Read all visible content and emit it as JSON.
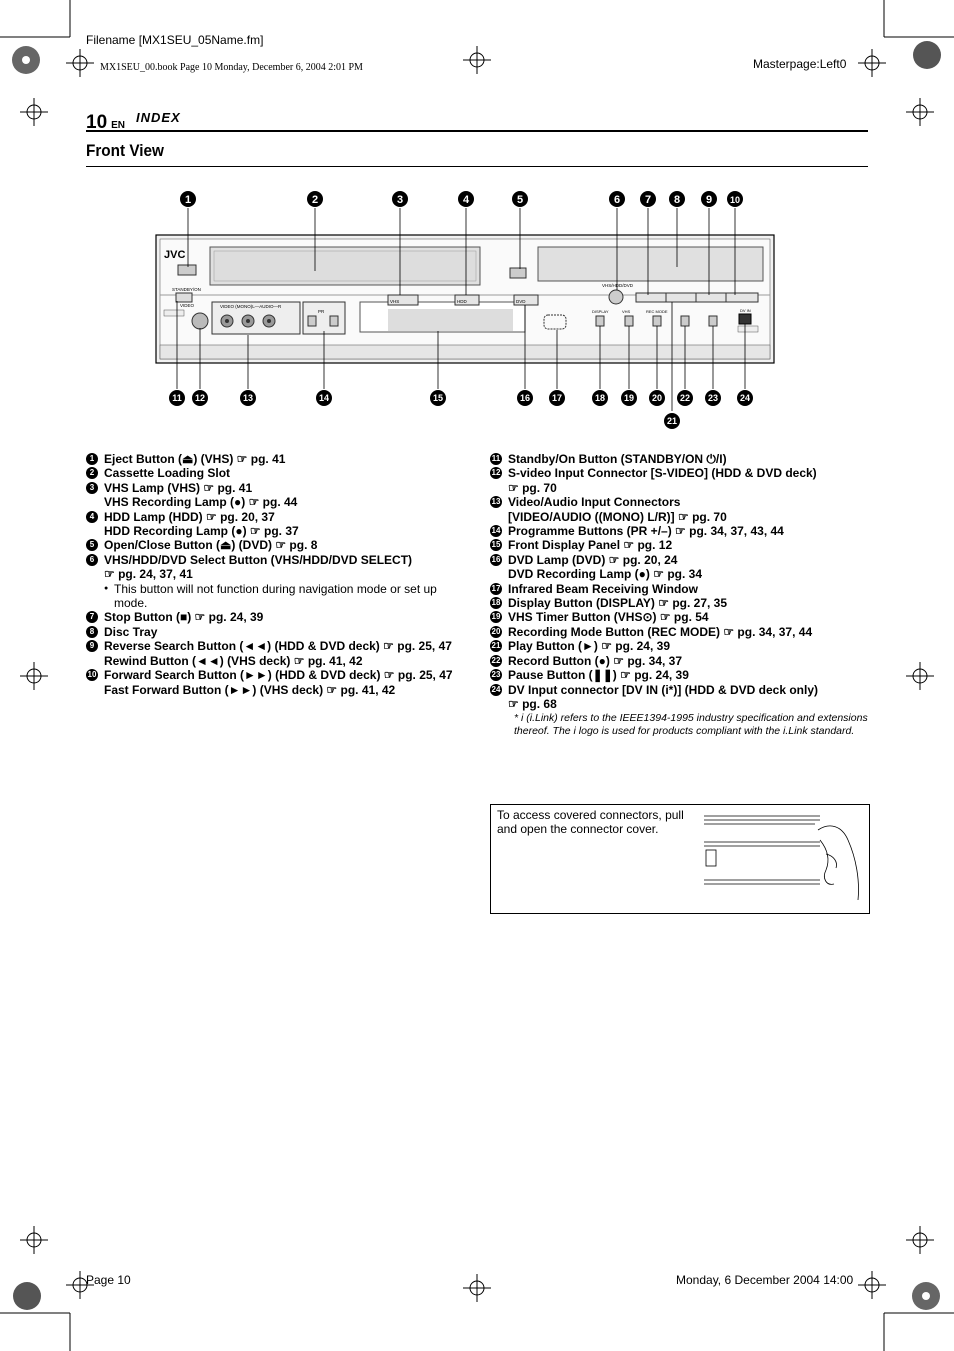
{
  "header": {
    "filename": "Filename [MX1SEU_05Name.fm]",
    "book_line": "MX1SEU_00.book Page 10 Monday, December 6, 2004 2:01 PM",
    "masterpage": "Masterpage:Left0"
  },
  "page": {
    "number": "10",
    "lang": "EN",
    "section": "INDEX",
    "title": "Front View"
  },
  "diagram": {
    "brand": "JVC",
    "labels": {
      "standby": "STANDBY/ON",
      "video_s": "VIDEO",
      "video_audio": "VIDEO (MONO)L—AUDIO—R",
      "pr": "PR",
      "vhs_lamp": "VHS",
      "hdd_lamp": "HDD",
      "dvd_lamp": "DVD",
      "select": "VHS/HDD/DVD",
      "display": "DISPLAY",
      "vhs_timer": "VHS",
      "rec_mode": "REC MODE",
      "dv_in": "DV IN"
    },
    "callouts_top": [
      "1",
      "2",
      "3",
      "4",
      "5",
      "6",
      "7",
      "8",
      "9",
      "10"
    ],
    "callouts_bottom": [
      "11",
      "12",
      "13",
      "14",
      "15",
      "16",
      "17",
      "18",
      "19",
      "20",
      "21",
      "22",
      "23",
      "24"
    ]
  },
  "index_left": [
    {
      "n": "1",
      "lines": [
        "Eject Button (⏏) (VHS) ☞ pg. 41"
      ]
    },
    {
      "n": "2",
      "lines": [
        "Cassette Loading Slot"
      ]
    },
    {
      "n": "3",
      "lines": [
        "VHS Lamp (VHS) ☞ pg. 41",
        "VHS Recording Lamp (●) ☞ pg. 44"
      ]
    },
    {
      "n": "4",
      "lines": [
        "HDD Lamp (HDD) ☞ pg. 20, 37",
        "HDD Recording Lamp (●) ☞ pg. 37"
      ]
    },
    {
      "n": "5",
      "lines": [
        "Open/Close Button (⏏) (DVD) ☞ pg. 8"
      ]
    },
    {
      "n": "6",
      "lines": [
        "VHS/HDD/DVD Select Button (VHS/HDD/DVD SELECT)",
        "☞ pg. 24, 37, 41"
      ]
    },
    {
      "n": "",
      "note": "This button will not function during navigation mode or set up mode."
    },
    {
      "n": "7",
      "lines": [
        "Stop Button (■) ☞ pg. 24, 39"
      ]
    },
    {
      "n": "8",
      "lines": [
        "Disc Tray"
      ]
    },
    {
      "n": "9",
      "lines": [
        "Reverse Search Button (◄◄) (HDD & DVD deck) ☞ pg. 25, 47",
        "Rewind Button (◄◄) (VHS deck) ☞ pg. 41, 42"
      ]
    },
    {
      "n": "10",
      "lines": [
        "Forward Search Button (►►) (HDD & DVD deck) ☞ pg. 25, 47",
        "Fast Forward Button (►►) (VHS deck) ☞ pg. 41, 42"
      ]
    }
  ],
  "index_right": [
    {
      "n": "11",
      "lines": [
        "Standby/On Button (STANDBY/ON ⏻/I)"
      ]
    },
    {
      "n": "12",
      "lines": [
        "S-video Input Connector [S-VIDEO] (HDD & DVD deck)",
        "☞ pg. 70"
      ]
    },
    {
      "n": "13",
      "lines": [
        "Video/Audio Input Connectors",
        "[VIDEO/AUDIO ((MONO) L/R)] ☞ pg. 70"
      ]
    },
    {
      "n": "14",
      "lines": [
        "Programme Buttons (PR +/–) ☞ pg. 34, 37, 43, 44"
      ]
    },
    {
      "n": "15",
      "lines": [
        "Front Display Panel ☞ pg. 12"
      ]
    },
    {
      "n": "16",
      "lines": [
        "DVD Lamp (DVD) ☞ pg. 20, 24",
        "DVD Recording Lamp (●) ☞ pg. 34"
      ]
    },
    {
      "n": "17",
      "lines": [
        "Infrared Beam Receiving Window"
      ]
    },
    {
      "n": "18",
      "lines": [
        "Display Button (DISPLAY) ☞ pg. 27, 35"
      ]
    },
    {
      "n": "19",
      "lines": [
        "VHS Timer Button (VHS⊙) ☞ pg. 54"
      ]
    },
    {
      "n": "20",
      "lines": [
        "Recording Mode Button (REC MODE) ☞ pg. 34, 37, 44"
      ]
    },
    {
      "n": "21",
      "lines": [
        "Play Button (►) ☞ pg. 24, 39"
      ]
    },
    {
      "n": "22",
      "lines": [
        "Record Button (●) ☞ pg. 34, 37"
      ]
    },
    {
      "n": "23",
      "lines": [
        "Pause Button (❚❚) ☞ pg. 24, 39"
      ]
    },
    {
      "n": "24",
      "lines": [
        "DV Input connector [DV IN (i*)] (HDD & DVD deck only)",
        "☞ pg. 68"
      ]
    }
  ],
  "footnote": "* i (i.Link) refers to the IEEE1394-1995 industry specification and extensions thereof. The i logo is used for products compliant with the i.Link standard.",
  "tip_box": "To access covered connectors, pull and open the connector cover.",
  "footer": {
    "left": "Page 10",
    "right": "Monday, 6 December 2004  14:00"
  }
}
